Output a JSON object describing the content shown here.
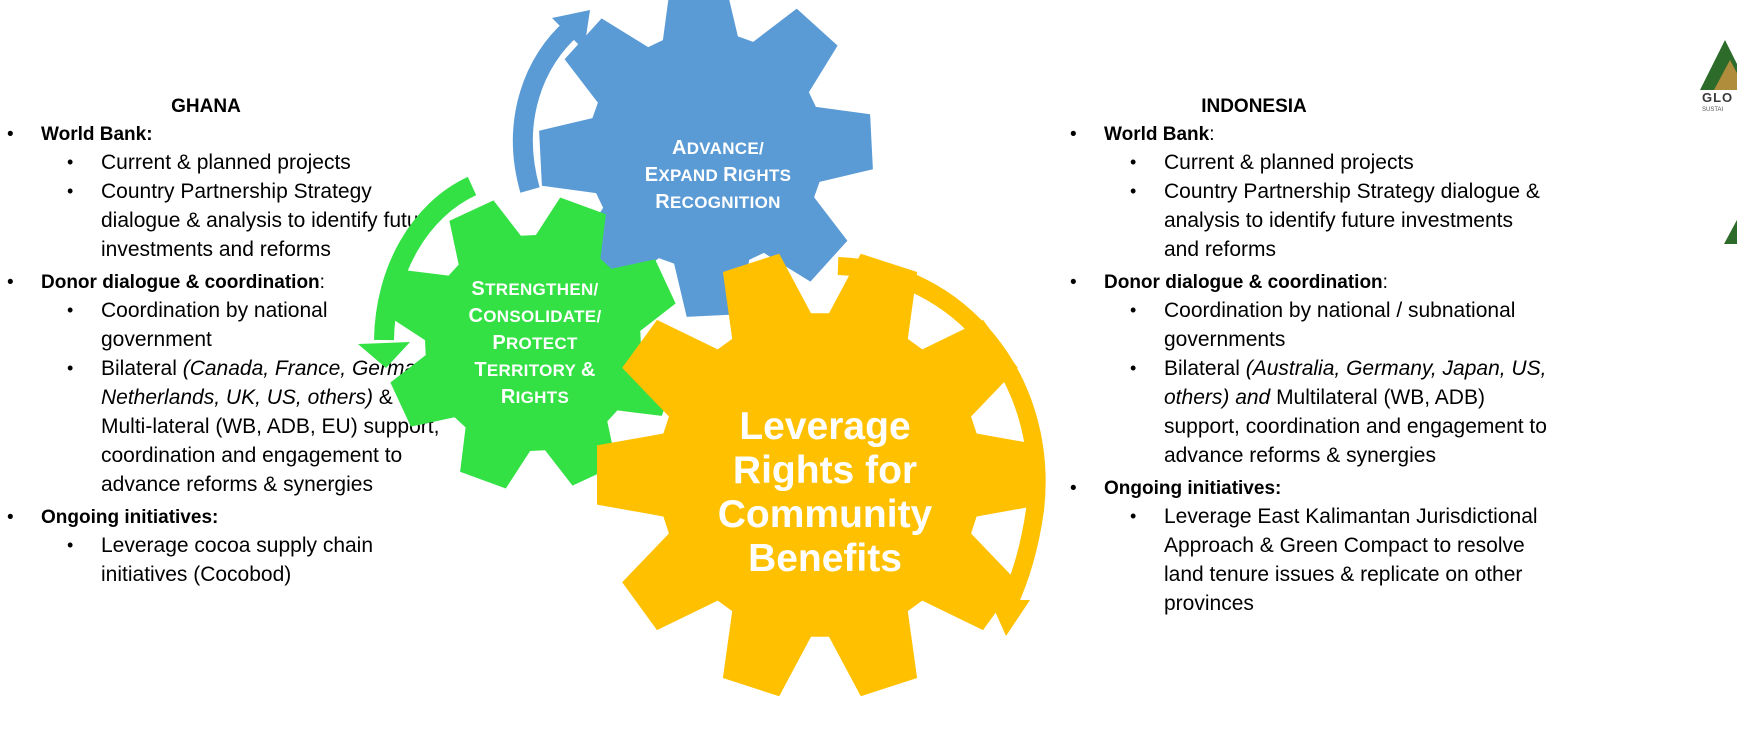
{
  "ghana": {
    "title": "GHANA",
    "items": [
      {
        "label": "World Bank:",
        "suffix": "",
        "subs": [
          {
            "lines": [
              "Current & planned projects"
            ]
          },
          {
            "lines": [
              "Country Partnership Strategy",
              "dialogue & analysis to identify future",
              "investments and reforms"
            ]
          }
        ]
      },
      {
        "label": "Donor dialogue & coordination",
        "suffix": ":",
        "subs": [
          {
            "lines": [
              "Coordination by national",
              "government"
            ]
          },
          {
            "lines": [
              "Bilateral (Canada, France, Germany,",
              "Netherlands, UK, US, others) &",
              "Multi-lateral (WB, ADB, EU) support,",
              "coordination and engagement to",
              "advance reforms & synergies"
            ]
          }
        ]
      },
      {
        "label": "Ongoing initiatives:",
        "suffix": "",
        "subs": [
          {
            "lines": [
              "Leverage cocoa supply chain",
              "initiatives (Cocobod)"
            ]
          }
        ]
      }
    ]
  },
  "indonesia": {
    "title": "INDONESIA",
    "items": [
      {
        "label": "World Bank",
        "suffix": ":",
        "subs": [
          {
            "lines": [
              "Current & planned projects"
            ]
          },
          {
            "lines": [
              "Country Partnership Strategy dialogue &",
              "analysis to identify future investments",
              "and reforms"
            ]
          }
        ]
      },
      {
        "label": "Donor dialogue & coordination",
        "suffix": ":",
        "subs": [
          {
            "lines": [
              "Coordination by national / subnational",
              "governments"
            ]
          },
          {
            "lines": [
              "Bilateral (Australia, Germany, Japan, US,",
              "others) and Multilateral (WB, ADB)",
              "support, coordination and engagement to",
              "advance reforms & synergies"
            ]
          }
        ]
      },
      {
        "label": "Ongoing initiatives:",
        "suffix": "",
        "subs": [
          {
            "lines": [
              "Leverage East Kalimantan Jurisdictional",
              "Approach & Green Compact to resolve",
              "land tenure issues & replicate on other",
              "provinces"
            ]
          }
        ]
      }
    ]
  },
  "gears": {
    "blue": {
      "lines": [
        "Advance/",
        "Expand Rights",
        "Recognition"
      ],
      "color": "#5b9bd5"
    },
    "green": {
      "lines": [
        "Strengthen/",
        "Consolidate/",
        "Protect",
        "Territory &",
        "Rights"
      ],
      "color": "#33e144"
    },
    "orange": {
      "lines": [
        "Leverage",
        "Rights for",
        "Community",
        "Benefits"
      ],
      "color": "#ffc000"
    }
  },
  "logo": {
    "text": "GLO",
    "sub": "SUSTAI",
    "colors": [
      "#2d6b2b",
      "#7a6a3a"
    ]
  }
}
